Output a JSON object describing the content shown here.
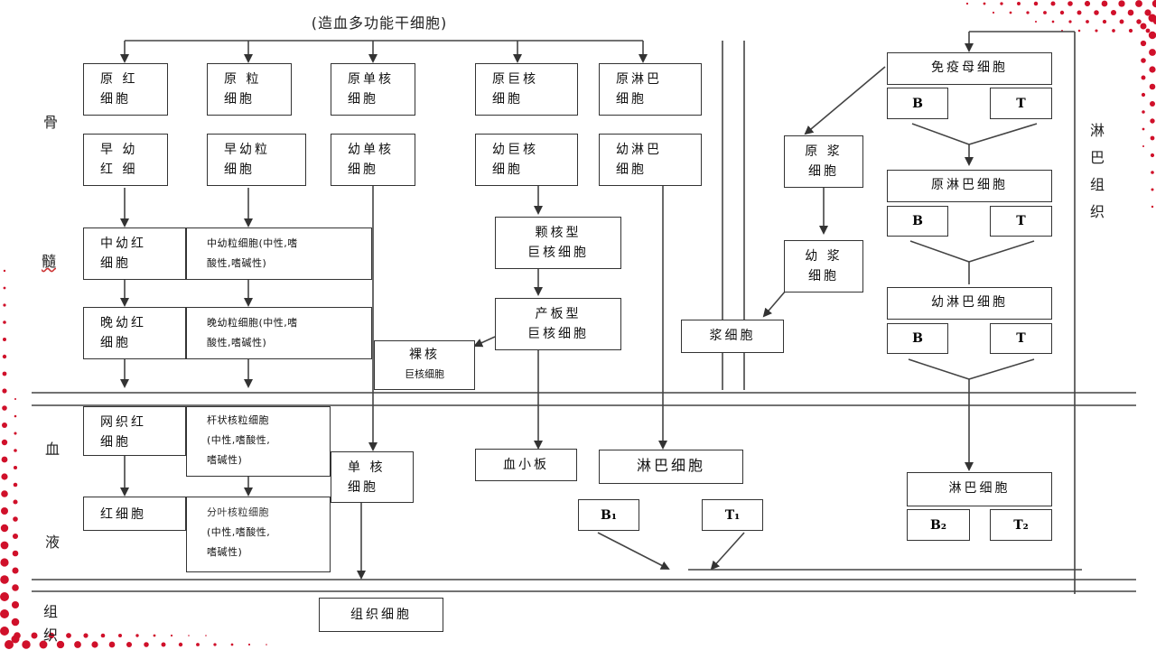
{
  "header": "(造血多功能干细胞)",
  "side_labels": {
    "bone": "骨",
    "marrow": "髓",
    "blood": "血",
    "fluid": "液",
    "tissue1": "组",
    "tissue2": "织"
  },
  "lymph_tissue": [
    "淋",
    "巴",
    "组",
    "织"
  ],
  "erythroid": {
    "pro": [
      "原 红",
      "细胞"
    ],
    "early": [
      "早  幼",
      "红  细"
    ],
    "mid": [
      "中幼红",
      "细胞"
    ],
    "late": [
      "晚幼红",
      "细胞"
    ],
    "reticulo": [
      "网织红",
      "细胞"
    ],
    "rbc": "红细胞"
  },
  "granulocyte": {
    "pro": [
      "原 粒",
      "细胞"
    ],
    "early": [
      "早幼粒",
      "细胞"
    ],
    "mid": [
      "中幼粒细胞(中性,嗜",
      "酸性,嗜碱性)"
    ],
    "late": [
      "晚幼粒细胞(中性,嗜",
      "酸性,嗜碱性)"
    ],
    "band": [
      "杆状核粒细胞",
      "(中性,嗜酸性,",
      "嗜碱性)"
    ],
    "seg": [
      "分叶核粒细胞",
      "(中性,嗜酸性,",
      "嗜碱性)"
    ]
  },
  "monocyte": {
    "pro": [
      "原单核",
      "细胞"
    ],
    "young": [
      "幼单核",
      "细胞"
    ],
    "mono": [
      "单  核",
      "细胞"
    ],
    "tissue": "组织细胞"
  },
  "megakaryocyte": {
    "pro": [
      "原巨核",
      "细胞"
    ],
    "young": [
      "幼巨核",
      "细胞"
    ],
    "granular": [
      "颗核型",
      "巨核细胞"
    ],
    "platelet_producing": [
      "产板型",
      "巨核细胞"
    ],
    "naked": [
      "裸核",
      "巨核细胞"
    ],
    "platelet": "血小板"
  },
  "lymph_left": {
    "pro": [
      "原淋巴",
      "细胞"
    ],
    "young": [
      "幼淋巴",
      "细胞"
    ],
    "lymphocyte": "淋巴细胞",
    "b1": "B₁",
    "t1": "T₁"
  },
  "plasma": {
    "pro": [
      "原 浆",
      "细胞"
    ],
    "young": [
      "幼 浆",
      "细胞"
    ],
    "cell": "浆细胞"
  },
  "immune": {
    "mother": "免疫母细胞",
    "pro": "原淋巴细胞",
    "young": "幼淋巴细胞",
    "lymphocyte": "淋巴细胞",
    "b": "B",
    "t": "T",
    "b2": "B₂",
    "t2": "T₂"
  }
}
